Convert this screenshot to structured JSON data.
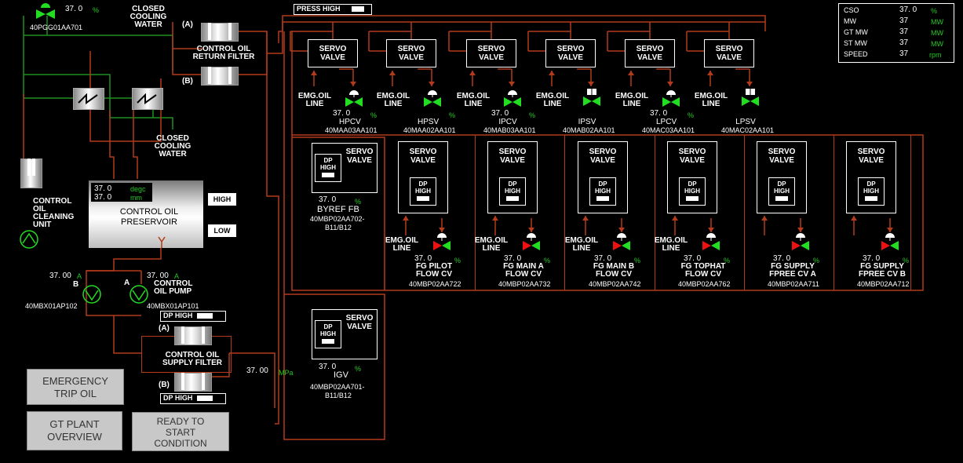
{
  "top_valve": {
    "value": "37. 0",
    "unit": "%",
    "tag": "40PGG01AA701"
  },
  "closed_cooling_water": [
    "CLOSED",
    "COOLING",
    "WATER"
  ],
  "return_filter": {
    "label_a": "(A)",
    "label_b": "(B)",
    "title_line1": "CONTROL OIL",
    "title_line2": "RETURN FILTER"
  },
  "press_high": "PRESS HIGH",
  "status": [
    {
      "label": "CSO",
      "value": "37. 0",
      "unit": "%"
    },
    {
      "label": "MW",
      "value": "37",
      "unit": "MW"
    },
    {
      "label": "GT MW",
      "value": "37",
      "unit": "MW"
    },
    {
      "label": "ST MW",
      "value": "37",
      "unit": "MW"
    },
    {
      "label": "SPEED",
      "value": "37",
      "unit": "rpm"
    }
  ],
  "top_valves": [
    {
      "servo": [
        "SERVO",
        "VALVE"
      ],
      "emg": [
        "EMG.OIL",
        "LINE"
      ],
      "value": "37. 0",
      "unit": "%",
      "name": "HPCV",
      "tag": "40MAA03AA101"
    },
    {
      "servo": [
        "SERVO",
        "VALVE"
      ],
      "emg": [
        "EMG.OIL",
        "LINE"
      ],
      "value": "",
      "unit": "%",
      "name": "HPSV",
      "tag": "40MAA02AA101"
    },
    {
      "servo": [
        "SERVO",
        "VALVE"
      ],
      "emg": [
        "EMG.OIL",
        "LINE"
      ],
      "value": "37. 0",
      "unit": "%",
      "name": "IPCV",
      "tag": "40MAB03AA101"
    },
    {
      "servo": [
        "SERVO",
        "VALVE"
      ],
      "emg": [
        "EMG.OIL",
        "LINE"
      ],
      "value": "",
      "unit": "",
      "name": "IPSV",
      "tag": "40MAB02AA101"
    },
    {
      "servo": [
        "SERVO",
        "VALVE"
      ],
      "emg": [
        "EMG.OIL",
        "LINE"
      ],
      "value": "37. 0",
      "unit": "%",
      "name": "LPCV",
      "tag": "40MAC03AA101"
    },
    {
      "servo": [
        "SERVO",
        "VALVE"
      ],
      "emg": [
        "EMG.OIL",
        "LINE"
      ],
      "value": "",
      "unit": "",
      "name": "LPSV",
      "tag": "40MAC02AA101"
    }
  ],
  "preservoir": {
    "temp_value": "37. 0",
    "temp_unit": "degc",
    "level_value": "37. 0",
    "level_unit": "mm",
    "title_line1": "CONTROL OIL",
    "title_line2": "PRESERVOIR",
    "high": "HIGH",
    "low": "LOW"
  },
  "cleaning_unit": [
    "CONTROL",
    "OIL",
    "CLEANING",
    "UNIT"
  ],
  "pumps": {
    "b": {
      "value": "37. 00",
      "unit": "A",
      "letter": "B",
      "tag": "40MBX01AP102"
    },
    "a": {
      "value": "37. 00",
      "unit": "A",
      "letter": "A",
      "tag": "40MBX01AP101"
    },
    "title_line1": "CONTROL",
    "title_line2": "OIL PUMP"
  },
  "supply_filter": {
    "dp_high": "DP HIGH",
    "label_a": "(A)",
    "label_b": "(B)",
    "title_line1": "CONTROL OIL",
    "title_line2": "SUPPLY FILTER",
    "pressure_value": "37. 00",
    "pressure_unit": "MPa"
  },
  "dp_high_short": [
    "DP",
    "HIGH"
  ],
  "byref": {
    "servo": [
      "SERVO",
      "VALVE"
    ],
    "value": "37. 0",
    "unit": "%",
    "name": "BYREF FB",
    "tag_line1": "40MBP02AA702-",
    "tag_line2": "B11/B12"
  },
  "igv": {
    "servo": [
      "SERVO",
      "VALVE"
    ],
    "value": "37. 0",
    "unit": "%",
    "name": "IGV",
    "tag_line1": "40MBP02AA701-",
    "tag_line2": "B11/B12"
  },
  "fg_valves": [
    {
      "servo": [
        "SERVO",
        "VALVE"
      ],
      "emg": [
        "EMG.OIL",
        "LINE"
      ],
      "value": "37. 0",
      "unit": "%",
      "name1": "FG PILOT",
      "name2": "FLOW CV",
      "tag": "40MBP02AA722"
    },
    {
      "servo": [
        "SERVO",
        "VALVE"
      ],
      "emg": [
        "EMG.OIL",
        "LINE"
      ],
      "value": "37. 0",
      "unit": "%",
      "name1": "FG MAIN A",
      "name2": "FLOW CV",
      "tag": "40MBP02AA732"
    },
    {
      "servo": [
        "SERVO",
        "VALVE"
      ],
      "emg": [
        "EMG.OIL",
        "LINE"
      ],
      "value": "37. 0",
      "unit": "%",
      "name1": "FG MAIN B",
      "name2": "FLOW CV",
      "tag": "40MBP02AA742"
    },
    {
      "servo": [
        "SERVO",
        "VALVE"
      ],
      "emg": [
        "EMG.OIL",
        "LINE"
      ],
      "value": "37. 0",
      "unit": "%",
      "name1": "FG TOPHAT",
      "name2": "FLOW CV",
      "tag": "40MBP02AA762"
    },
    {
      "servo": [
        "SERVO",
        "VALVE"
      ],
      "emg": [
        "",
        ""
      ],
      "value": "37. 0",
      "unit": "%",
      "name1": "FG SUPPLY",
      "name2": "FPREE CV A",
      "tag": "40MBP02AA711"
    },
    {
      "servo": [
        "SERVO",
        "VALVE"
      ],
      "emg": [
        "",
        ""
      ],
      "value": "37. 0",
      "unit": "%",
      "name1": "FG SUPPLY",
      "name2": "FPREE CV B",
      "tag": "40MBP02AA712"
    }
  ],
  "buttons": {
    "emergency_trip": [
      "EMERGENCY",
      "TRIP OIL"
    ],
    "gt_plant": [
      "GT PLANT",
      "OVERVIEW"
    ],
    "ready_start": [
      "READY TO",
      "START",
      "CONDITION"
    ]
  },
  "colors": {
    "pipe_oil": "#b33a1a",
    "pipe_water": "#1f8f1f",
    "valve_green": "#22dd22",
    "valve_red": "#ee1111",
    "unit_green": "#22c922"
  }
}
